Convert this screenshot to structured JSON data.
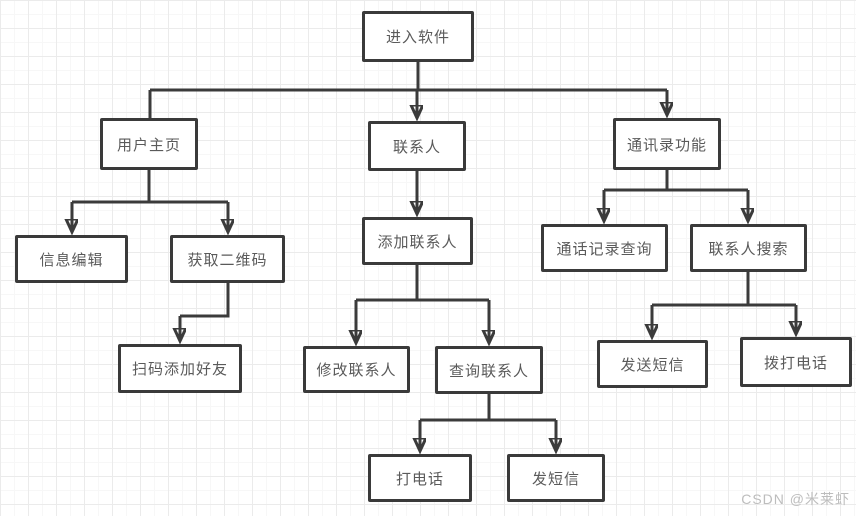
{
  "diagram": {
    "type": "flowchart-tree",
    "nodes": {
      "enter_software": {
        "label": "进入软件"
      },
      "user_home": {
        "label": "用户主页"
      },
      "contacts": {
        "label": "联系人"
      },
      "addressbook_features": {
        "label": "通讯录功能"
      },
      "info_edit": {
        "label": "信息编辑"
      },
      "get_qr_code": {
        "label": "获取二维码"
      },
      "scan_add_friend": {
        "label": "扫码添加好友"
      },
      "add_contact": {
        "label": "添加联系人"
      },
      "modify_contact": {
        "label": "修改联系人"
      },
      "query_contact": {
        "label": "查询联系人"
      },
      "call_record_query": {
        "label": "通话记录查询"
      },
      "contact_search": {
        "label": "联系人搜索"
      },
      "send_message": {
        "label": "发送短信"
      },
      "dial_call": {
        "label": "拨打电话"
      },
      "make_call": {
        "label": "打电话"
      },
      "send_sms": {
        "label": "发短信"
      }
    },
    "edges": [
      {
        "from": "enter_software",
        "to": "user_home",
        "arrowhead": false
      },
      {
        "from": "enter_software",
        "to": "contacts",
        "arrowhead": true
      },
      {
        "from": "enter_software",
        "to": "addressbook_features",
        "arrowhead": true
      },
      {
        "from": "user_home",
        "to": "info_edit",
        "arrowhead": true
      },
      {
        "from": "user_home",
        "to": "get_qr_code",
        "arrowhead": true
      },
      {
        "from": "get_qr_code",
        "to": "scan_add_friend",
        "arrowhead": true
      },
      {
        "from": "contacts",
        "to": "add_contact",
        "arrowhead": true
      },
      {
        "from": "add_contact",
        "to": "modify_contact",
        "arrowhead": true
      },
      {
        "from": "add_contact",
        "to": "query_contact",
        "arrowhead": true
      },
      {
        "from": "query_contact",
        "to": "make_call",
        "arrowhead": true
      },
      {
        "from": "query_contact",
        "to": "send_sms",
        "arrowhead": true
      },
      {
        "from": "addressbook_features",
        "to": "call_record_query",
        "arrowhead": true
      },
      {
        "from": "addressbook_features",
        "to": "contact_search",
        "arrowhead": true
      },
      {
        "from": "contact_search",
        "to": "send_message",
        "arrowhead": true
      },
      {
        "from": "contact_search",
        "to": "dial_call",
        "arrowhead": true
      }
    ],
    "colors": {
      "line": "#3b3b3b",
      "box_border": "#3a3a3a",
      "box_fill": "#ffffff",
      "box_text": "#5a5a5a",
      "background": "#ffffff",
      "grid": "#ebebeb"
    }
  },
  "watermark": {
    "text": "CSDN @米莱虾",
    "color": "#bdbdbd"
  }
}
